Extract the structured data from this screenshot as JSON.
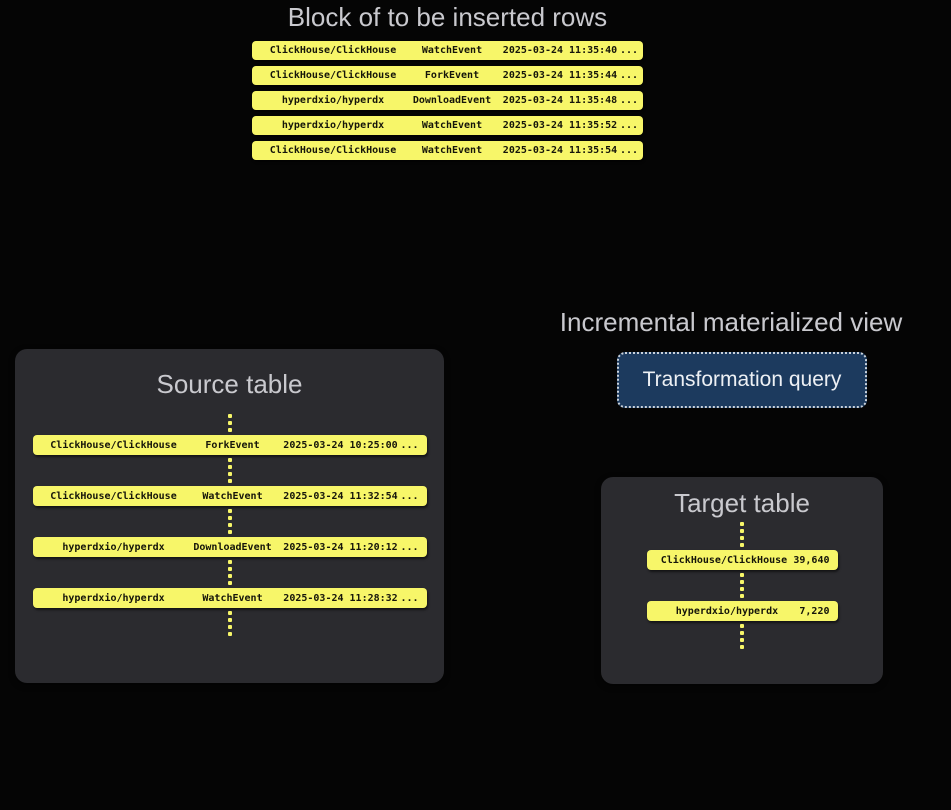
{
  "colors": {
    "background": "#050505",
    "panel": "#2B2B2F",
    "row_yellow": "#F7F669",
    "row_text": "#15150A",
    "title_gray": "#C9C9CE",
    "query_fill": "#1C3A5E",
    "query_border": "#C9D2DC",
    "query_text": "#EDF0F4"
  },
  "top_block": {
    "title": "Block of to be inserted rows",
    "rows": [
      {
        "repo": "ClickHouse/ClickHouse",
        "event": "WatchEvent",
        "time": "2025-03-24 11:35:40",
        "more": "..."
      },
      {
        "repo": "ClickHouse/ClickHouse",
        "event": "ForkEvent",
        "time": "2025-03-24 11:35:44",
        "more": "..."
      },
      {
        "repo": "hyperdxio/hyperdx",
        "event": "DownloadEvent",
        "time": "2025-03-24 11:35:48",
        "more": "..."
      },
      {
        "repo": "hyperdxio/hyperdx",
        "event": "WatchEvent",
        "time": "2025-03-24 11:35:52",
        "more": "..."
      },
      {
        "repo": "ClickHouse/ClickHouse",
        "event": "WatchEvent",
        "time": "2025-03-24 11:35:54",
        "more": "..."
      }
    ]
  },
  "materialized_view": {
    "title": "Incremental materialized view",
    "query_label": "Transformation query"
  },
  "source_table": {
    "title": "Source table",
    "rows": [
      {
        "repo": "ClickHouse/ClickHouse",
        "event": "ForkEvent",
        "time": "2025-03-24 10:25:00",
        "more": "..."
      },
      {
        "repo": "ClickHouse/ClickHouse",
        "event": "WatchEvent",
        "time": "2025-03-24 11:32:54",
        "more": "..."
      },
      {
        "repo": "hyperdxio/hyperdx",
        "event": "DownloadEvent",
        "time": "2025-03-24 11:20:12",
        "more": "..."
      },
      {
        "repo": "hyperdxio/hyperdx",
        "event": "WatchEvent",
        "time": "2025-03-24 11:28:32",
        "more": "..."
      }
    ]
  },
  "target_table": {
    "title": "Target table",
    "rows": [
      {
        "repo": "ClickHouse/ClickHouse",
        "count": "39,640"
      },
      {
        "repo": "hyperdxio/hyperdx",
        "count": "7,220"
      }
    ]
  }
}
